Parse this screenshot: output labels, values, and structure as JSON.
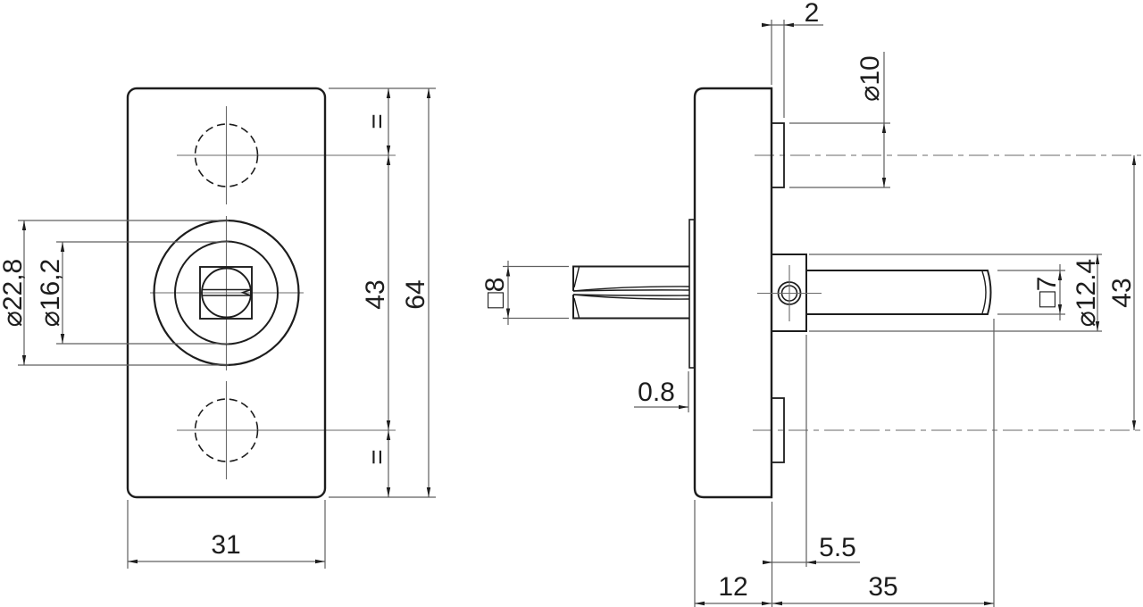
{
  "colors": {
    "background": "#ffffff",
    "part_line": "#1d1d1d",
    "dim_line": "#5f5f5f",
    "text": "#1d1d1d"
  },
  "front_view": {
    "dia_rosette": "⌀22,8",
    "dia_collar": "⌀16,2",
    "hole_spacing": "43",
    "plate_height": "64",
    "plate_width": "31",
    "equal_top": "=",
    "equal_bottom": "="
  },
  "side_view": {
    "boss_depth": "2",
    "boss_dia": "⌀10",
    "spindle_square_left": "□8",
    "spindle_square_right": "□7",
    "collar_dia": "⌀12.4",
    "hole_spacing": "43",
    "rosette_thickness": "0.8",
    "collar_depth": "5.5",
    "plate_thickness": "12",
    "spindle_length": "35"
  }
}
